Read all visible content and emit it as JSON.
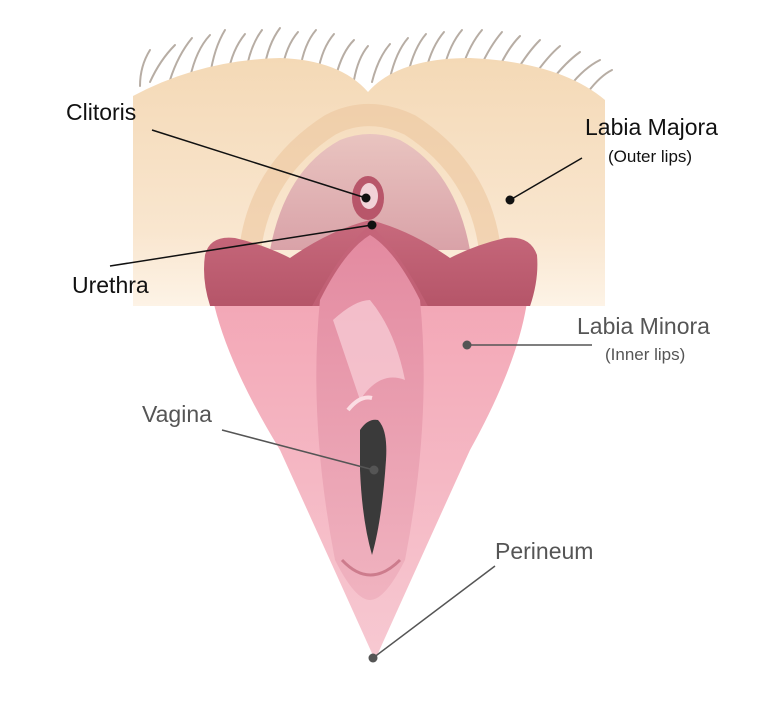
{
  "labels": {
    "clitoris": "Clitoris",
    "urethra": "Urethra",
    "labia_majora": "Labia Majora",
    "labia_majora_sub": "(Outer lips)",
    "labia_minora": "Labia Minora",
    "labia_minora_sub": "(Inner lips)",
    "vagina": "Vagina",
    "perineum": "Perineum"
  },
  "colors": {
    "skin": "#f7e0c0",
    "skin_shadow": "#ecc79e",
    "hair": "#b7ada4",
    "minora_upper": "#b5566a",
    "minora_lower": "#f2a9b8",
    "inner_pink": "#e58ca0",
    "opening": "#3a3a3a",
    "leader_dark": "#111111",
    "leader_grey": "#555555"
  }
}
